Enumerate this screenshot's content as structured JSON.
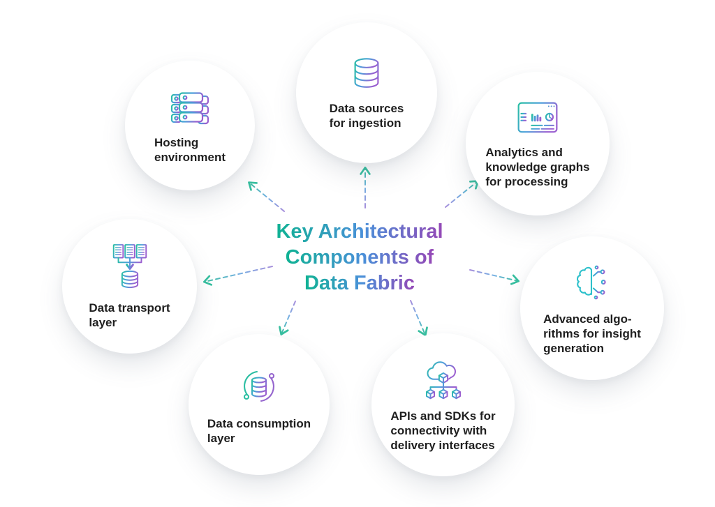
{
  "title": {
    "line1": "Key Architectural",
    "line2": "Components of",
    "line3": "Data Fabric"
  },
  "nodes": [
    {
      "id": "data-sources",
      "icon": "database-icon",
      "label": "Data sources\nfor ingestion"
    },
    {
      "id": "hosting-environment",
      "icon": "server-stack-icon",
      "label": "Hosting\nenvironment"
    },
    {
      "id": "analytics-processing",
      "icon": "analytics-dashboard-icon",
      "label": "Analytics and\nknowledge graphs\nfor processing"
    },
    {
      "id": "data-transport",
      "icon": "documents-to-database-icon",
      "label": "Data transport\nlayer"
    },
    {
      "id": "data-consumption",
      "icon": "database-sync-icon",
      "label": "Data consumption\nlayer"
    },
    {
      "id": "apis-sdks",
      "icon": "cloud-cubes-icon",
      "label": "APIs and SDKs for\nconnectivity with\ndelivery interfaces"
    },
    {
      "id": "advanced-algorithms",
      "icon": "ai-brain-icon",
      "label": "Advanced algo-\nrithms for insight\ngeneration"
    }
  ],
  "arrows": [
    {
      "from": "center-title",
      "to": "hosting-environment"
    },
    {
      "from": "center-title",
      "to": "data-sources"
    },
    {
      "from": "center-title",
      "to": "analytics-processing"
    },
    {
      "from": "center-title",
      "to": "data-transport"
    },
    {
      "from": "center-title",
      "to": "advanced-algorithms"
    },
    {
      "from": "center-title",
      "to": "data-consumption"
    },
    {
      "from": "center-title",
      "to": "apis-sdks"
    }
  ],
  "colors": {
    "background": "#ffffff",
    "circle_bg": "#ffffff",
    "label_text": "#1f1f1f",
    "title_gradient_teal": "#0fb293",
    "title_gradient_blue": "#4a90d9",
    "title_gradient_purple": "#9547b6",
    "icon_teal": "#29bfa3",
    "icon_blue": "#4b9fdb",
    "icon_purple": "#9a5fd0",
    "arrow_purple": "#a78fdc",
    "arrow_blue": "#74b0e2",
    "arrow_teal": "#3abf9f"
  }
}
